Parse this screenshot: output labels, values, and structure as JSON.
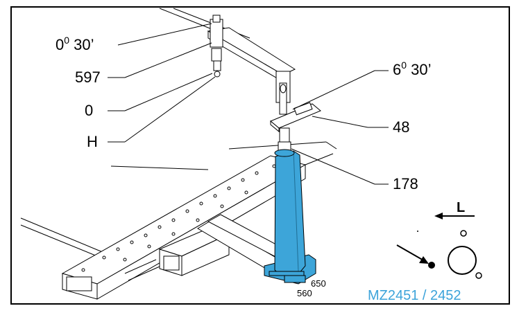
{
  "callouts": {
    "angle_top": {
      "base": "0",
      "sup": "0",
      "rest": " 30’"
    },
    "dim_597": "597",
    "zero": "0",
    "h": "H",
    "angle_right": {
      "base": "6",
      "sup": "0",
      "rest": " 30’"
    },
    "dim_48": "48",
    "dim_178": "178"
  },
  "base_dims": {
    "upper": "650",
    "lower": "560"
  },
  "direction_label": "L",
  "model_code": "MZ2451 / 2452",
  "colors": {
    "highlight": "#3da5d9",
    "model_code": "#3ca3da",
    "line": "#000000"
  }
}
